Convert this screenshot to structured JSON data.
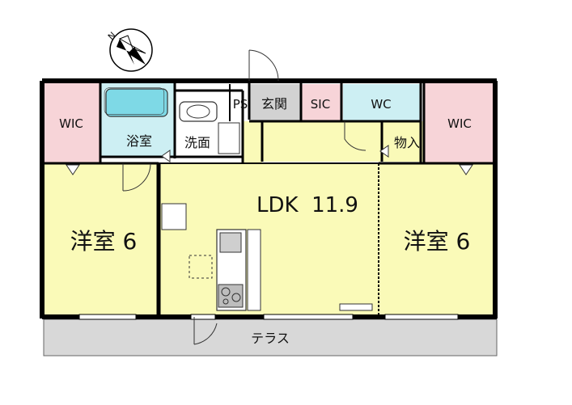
{
  "colors": {
    "wic": "#f7d4d8",
    "bedroom": "#fafab8",
    "ldk": "#fafab8",
    "wet": "#cdeff3",
    "entrance": "#d2d2d2",
    "terrace": "#d8d8d8",
    "wall": "#000000",
    "bathtub": "#7ed9e6"
  },
  "compass": {
    "label": "N",
    "icon": "north-arrow-icon"
  },
  "rooms": {
    "wic_left": "WIC",
    "bath": "浴室",
    "washroom": "洗面",
    "ps": "PS",
    "genkan": "玄関",
    "sic": "SIC",
    "wc": "WC",
    "storage": "物入",
    "wic_right": "WIC",
    "ldk": "LDK  11.9",
    "bedroom_left": "洋室 6",
    "bedroom_right": "洋室 6",
    "terrace": "テラス"
  }
}
